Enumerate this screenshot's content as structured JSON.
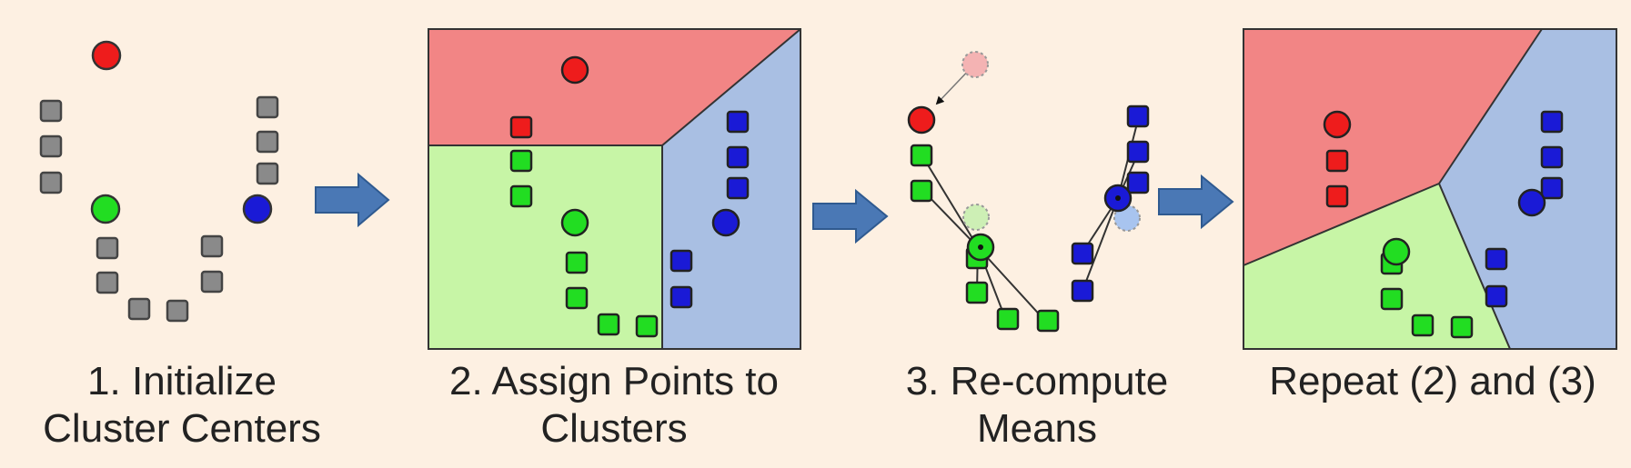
{
  "steps": [
    {
      "line1": "1. Initialize",
      "line2": "Cluster Centers",
      "color_note": "gray points, three seeded centers"
    },
    {
      "line1": "2. Assign Points to",
      "line2": "Clusters"
    },
    {
      "line1": "3. Re-compute",
      "line2": "Means"
    },
    {
      "line1": "Repeat (2) and (3)",
      "line2": ""
    }
  ],
  "colors": {
    "background": "#fdf0e2",
    "red": "#ee1c1c",
    "green": "#22dd22",
    "blue": "#1a1ad6",
    "gray": "#8a8a8a",
    "region_red": "#f28585",
    "region_green": "#c7f5a6",
    "region_blue": "#a9bfe3",
    "arrow": "#4a78b5"
  },
  "icons": [
    "right-arrow-icon"
  ]
}
